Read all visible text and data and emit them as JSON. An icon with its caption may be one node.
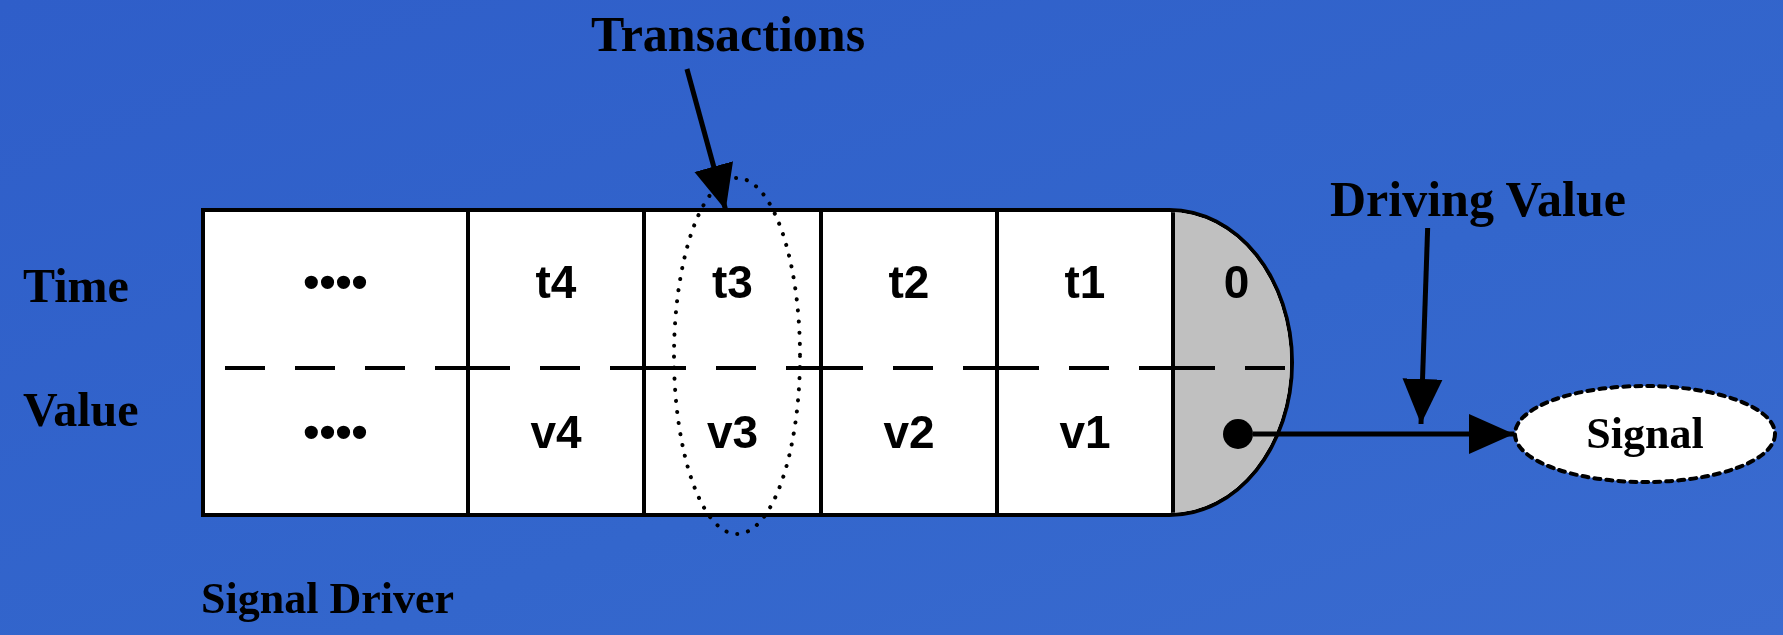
{
  "diagram": {
    "nodes": [
      {
        "text": [
          "Transactions"
        ]
      },
      {
        "text": [],
        "shape": "box",
        "beside": [
          "Signal Driver"
        ]
      },
      {
        "text": [
          "••••",
          "••••"
        ],
        "in": 1
      },
      {
        "text": [
          "t4",
          "v4"
        ],
        "in": 1
      },
      {
        "text": [
          "t3",
          "v3"
        ],
        "in": 1
      },
      {
        "text": [
          "t2",
          "v2"
        ],
        "in": 1
      },
      {
        "text": [
          "t1",
          "v1"
        ],
        "in": 1
      },
      {
        "text": [
          "0"
        ],
        "in": 1
      },
      {
        "text": [],
        "shape": "circle",
        "in": 7
      },
      {
        "text": [
          "Driving Value"
        ]
      },
      {
        "text": [
          "Signal"
        ]
      }
    ],
    "edges": [
      {
        "from": 0,
        "to": 4,
        "arrow": "to"
      },
      {
        "from": 8,
        "to": 10,
        "arrow": "to"
      },
      {
        "from": 9,
        "to": null,
        "arrow": "to"
      }
    ],
    "labels": [
      "Time",
      "Value"
    ]
  }
}
